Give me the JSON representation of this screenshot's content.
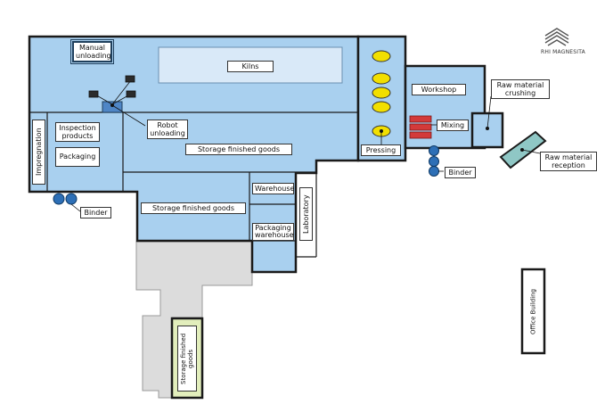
{
  "logo": {
    "name": "RHI MAGNESITA"
  },
  "labels": {
    "manual_unloading": "Manual unloading",
    "kilns": "Kilns",
    "robot_unloading": "Robot unloading",
    "inspection_products": "Inspection products",
    "packaging": "Packaging",
    "impregnation": "Impregnation",
    "storage_finished_goods_main": "Storage finished goods",
    "storage_finished_goods_lower": "Storage finished goods",
    "storage_finished_goods_annex": "Storage finished goods",
    "warehouse": "Warehouse",
    "packaging_warehouse": "Packaging warehouse",
    "laboratory": "Laboratory",
    "binder_left": "Binder",
    "pressing": "Pressing",
    "workshop": "Workshop",
    "mixing": "Mixing",
    "binder_right": "Binder",
    "raw_material_crushing": "Raw material crushing",
    "raw_material_reception": "Raw material reception",
    "office_building": "Office Building"
  },
  "colors": {
    "hall": "#a9d0ef",
    "kiln": "#d9e9f8",
    "wall": "#1a1a1a",
    "annex": "#dcdcdc",
    "press": "#f2df00",
    "mixer": "#d33a3a",
    "tank": "#2d6fb6",
    "storage_annex": "#e2eebc",
    "reception": "#8fc7c5"
  }
}
